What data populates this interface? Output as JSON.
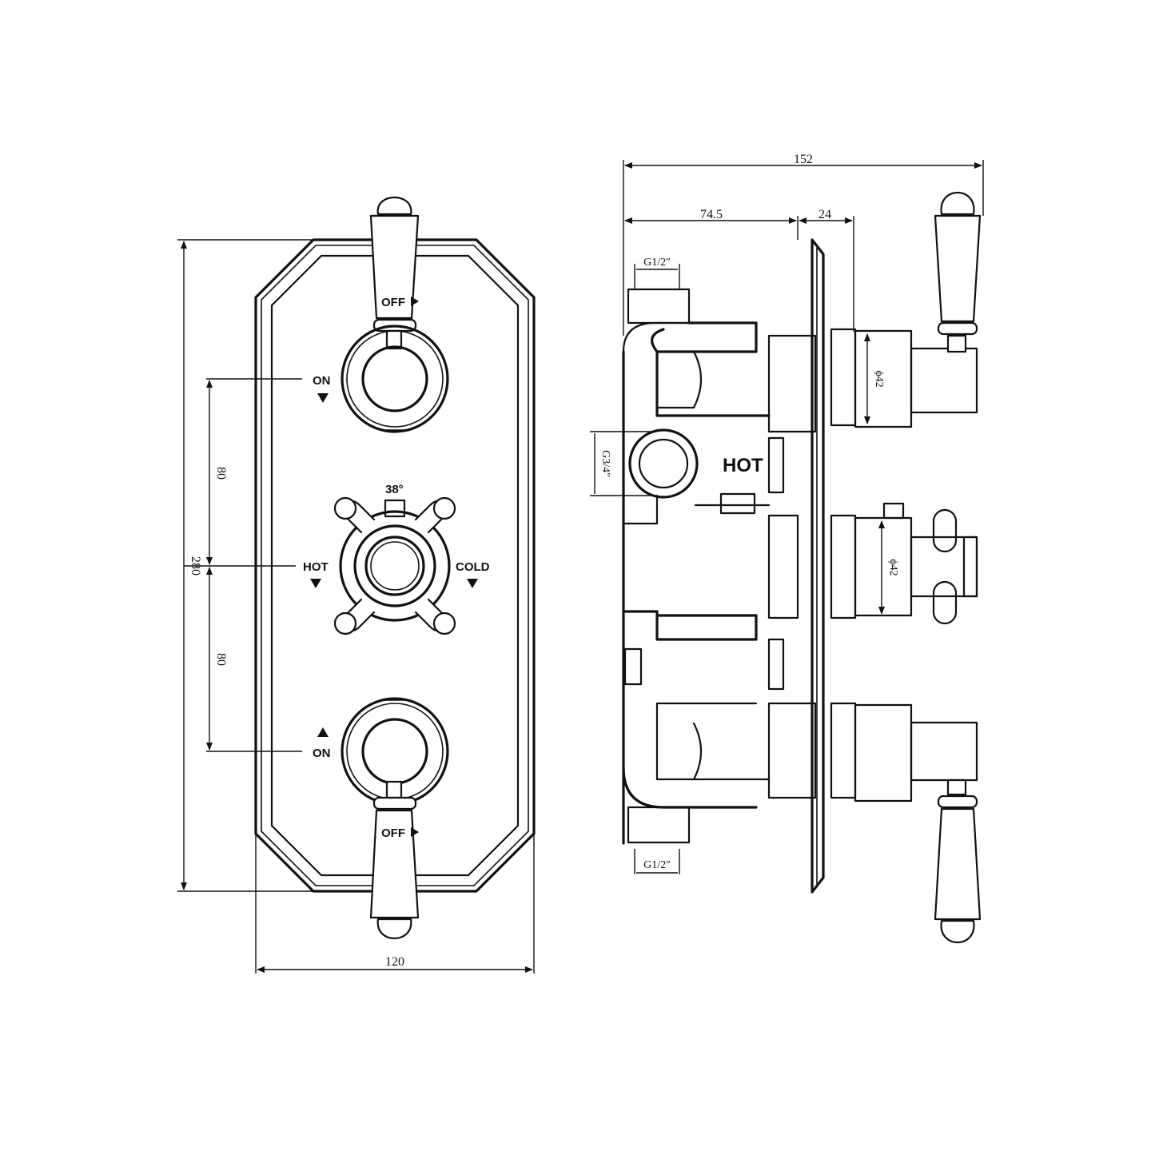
{
  "front_view": {
    "labels": {
      "off_top": "OFF",
      "on_top": "ON",
      "temp": "38°",
      "hot": "HOT",
      "cold": "COLD",
      "on_bottom": "ON",
      "off_bottom": "OFF"
    },
    "dimensions": {
      "height": "280",
      "width": "120",
      "spacing_upper": "80",
      "spacing_lower": "80"
    }
  },
  "side_view": {
    "labels": {
      "hot": "HOT"
    },
    "dimensions": {
      "overall_depth": "152",
      "body_depth": "74.5",
      "plate_gap": "24",
      "inlet_top": "G1/2″",
      "inlet_bottom": "G1/2″",
      "inlet_side": "G3/4″",
      "spindle_top": "ϕ42",
      "spindle_mid": "ϕ42"
    }
  }
}
